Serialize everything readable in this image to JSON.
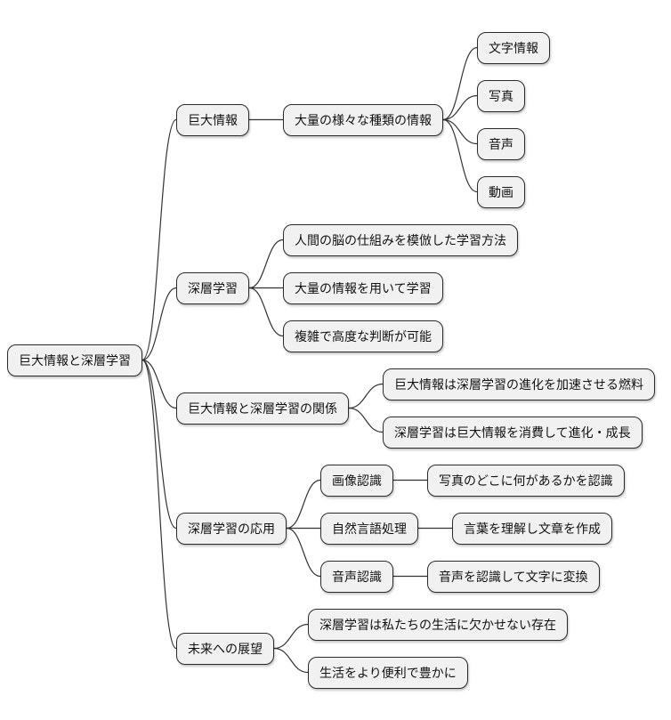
{
  "diagram": {
    "type": "mindmap",
    "direction": "left-to-right",
    "colors": {
      "background": "#ffffff",
      "node_fill": "#f1f1f1",
      "node_border": "#2b2b2b",
      "connector": "#333333",
      "text": "#111111"
    },
    "root": {
      "label": "巨大情報と深層学習",
      "children": [
        {
          "label": "巨大情報",
          "children": [
            {
              "label": "大量の様々な種類の情報",
              "children": [
                {
                  "label": "文字情報"
                },
                {
                  "label": "写真"
                },
                {
                  "label": "音声"
                },
                {
                  "label": "動画"
                }
              ]
            }
          ]
        },
        {
          "label": "深層学習",
          "children": [
            {
              "label": "人間の脳の仕組みを模倣した学習方法"
            },
            {
              "label": "大量の情報を用いて学習"
            },
            {
              "label": "複雑で高度な判断が可能"
            }
          ]
        },
        {
          "label": "巨大情報と深層学習の関係",
          "children": [
            {
              "label": "巨大情報は深層学習の進化を加速させる燃料"
            },
            {
              "label": "深層学習は巨大情報を消費して進化・成長"
            }
          ]
        },
        {
          "label": "深層学習の応用",
          "children": [
            {
              "label": "画像認識",
              "children": [
                {
                  "label": "写真のどこに何があるかを認識"
                }
              ]
            },
            {
              "label": "自然言語処理",
              "children": [
                {
                  "label": "言葉を理解し文章を作成"
                }
              ]
            },
            {
              "label": "音声認識",
              "children": [
                {
                  "label": "音声を認識して文字に変換"
                }
              ]
            }
          ]
        },
        {
          "label": "未来への展望",
          "children": [
            {
              "label": "深層学習は私たちの生活に欠かせない存在"
            },
            {
              "label": "生活をより便利で豊かに"
            }
          ]
        }
      ]
    }
  }
}
